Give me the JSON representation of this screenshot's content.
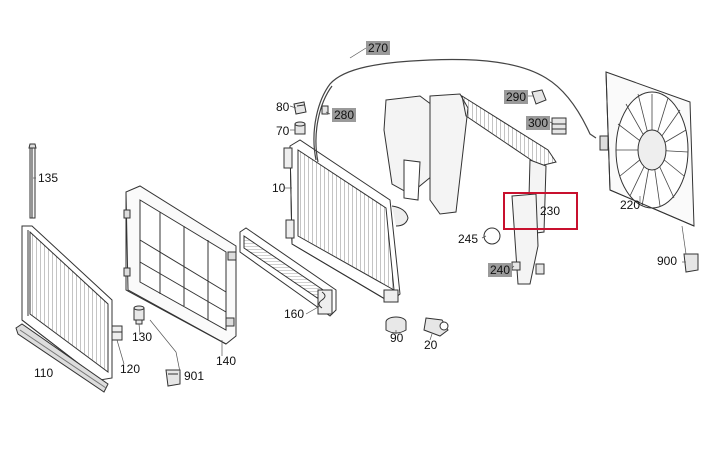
{
  "diagram": {
    "callouts": {
      "c10": "10",
      "c20": "20",
      "c70": "70",
      "c80": "80",
      "c90": "90",
      "c110": "110",
      "c120": "120",
      "c130": "130",
      "c135": "135",
      "c140": "140",
      "c160": "160",
      "c220": "220",
      "c230": "230",
      "c240": "240",
      "c245": "245",
      "c270": "270",
      "c280": "280",
      "c290": "290",
      "c300": "300",
      "c900": "900",
      "c901": "901"
    },
    "highlighted_part": "230",
    "colors": {
      "line": "#333333",
      "highlight": "#c8102e",
      "callout_bg": "#9a9a9a"
    }
  }
}
